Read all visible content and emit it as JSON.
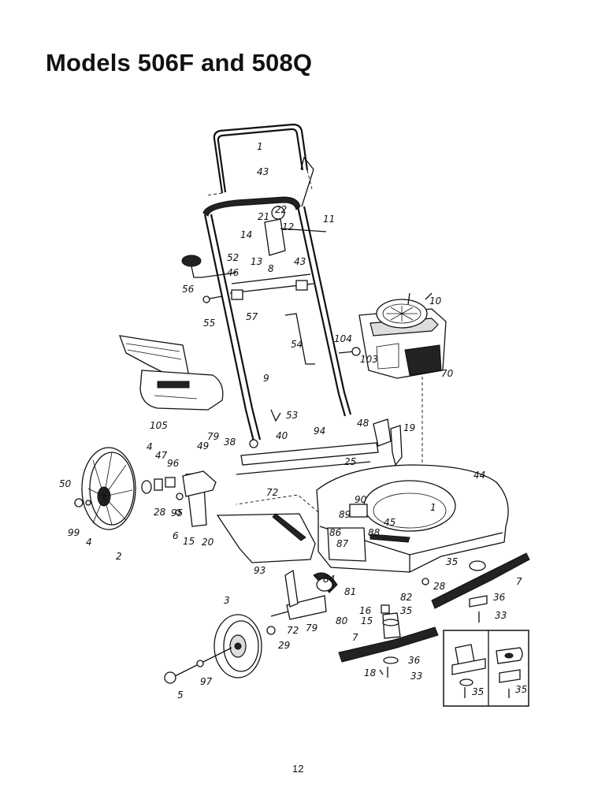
{
  "title": "Models 506F and 508Q",
  "page_number": "12",
  "part_labels": [
    "1",
    "43",
    "21",
    "22",
    "12",
    "11",
    "14",
    "13",
    "43",
    "8",
    "52",
    "46",
    "56",
    "55",
    "57",
    "54",
    "104",
    "103",
    "10",
    "70",
    "9",
    "53",
    "105",
    "48",
    "19",
    "38",
    "40",
    "94",
    "79",
    "4",
    "47",
    "96",
    "49",
    "25",
    "44",
    "50",
    "28",
    "95",
    "72",
    "90",
    "89",
    "86",
    "87",
    "88",
    "45",
    "1",
    "99",
    "4",
    "6",
    "15",
    "20",
    "2",
    "93",
    "35",
    "7",
    "36",
    "33",
    "84",
    "81",
    "82",
    "28",
    "3",
    "16",
    "15",
    "35",
    "72",
    "79",
    "80",
    "29",
    "7",
    "36",
    "18",
    "33",
    "5",
    "97",
    "35",
    "35"
  ]
}
